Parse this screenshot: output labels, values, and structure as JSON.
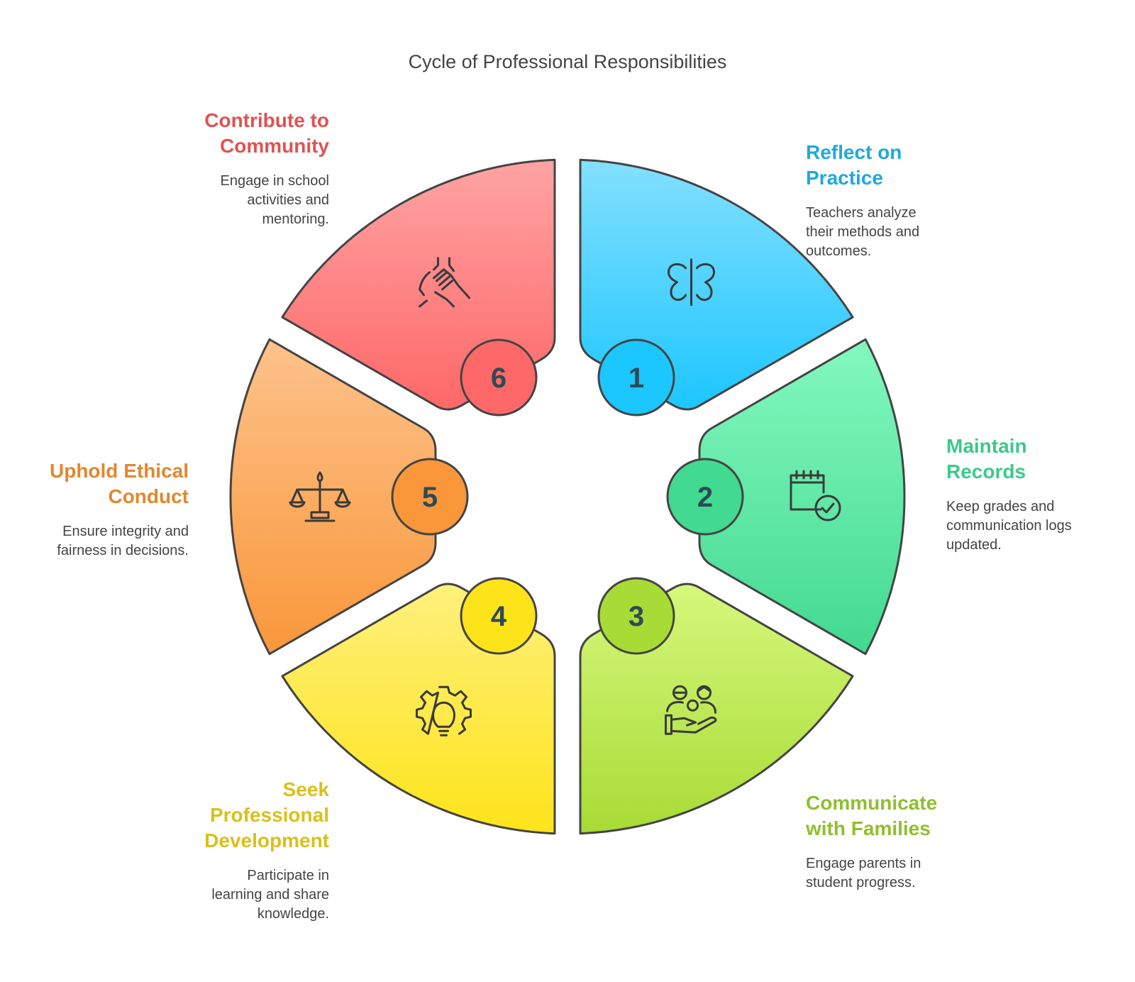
{
  "title": "Cycle of Professional Responsibilities",
  "steps": [
    {
      "number": "1",
      "title": "Reflect on Practice",
      "title_lines": [
        "Reflect on",
        "Practice"
      ],
      "description": "Teachers analyze their methods and outcomes.",
      "icon": "butterfly-reflection-icon",
      "color": "#1fa9dc",
      "grad": [
        "#84e0ff",
        "#1cc6ff"
      ]
    },
    {
      "number": "2",
      "title": "Maintain Records",
      "title_lines": [
        "Maintain",
        "Records"
      ],
      "description": "Keep grades and communication logs updated.",
      "icon": "calendar-check-icon",
      "color": "#3cc98a",
      "grad": [
        "#83f8bf",
        "#42d990"
      ]
    },
    {
      "number": "3",
      "title": "Communicate with Families",
      "title_lines": [
        "Communicate",
        "with Families"
      ],
      "description": "Engage parents in student progress.",
      "icon": "family-hand-icon",
      "color": "#8fbf2e",
      "grad": [
        "#d6f77c",
        "#a8db35"
      ]
    },
    {
      "number": "4",
      "title": "Seek Professional Development",
      "title_lines": [
        "Seek",
        "Professional",
        "Development"
      ],
      "description": "Participate in learning and share knowledge.",
      "icon": "gear-lightbulb-icon",
      "color": "#d9c01a",
      "grad": [
        "#fff07c",
        "#fde41a"
      ]
    },
    {
      "number": "5",
      "title": "Uphold Ethical Conduct",
      "title_lines": [
        "Uphold Ethical",
        "Conduct"
      ],
      "description": "Ensure integrity and fairness in decisions.",
      "icon": "scales-icon",
      "color": "#e2872f",
      "grad": [
        "#fdc28b",
        "#f9973a"
      ]
    },
    {
      "number": "6",
      "title": "Contribute to Community",
      "title_lines": [
        "Contribute to",
        "Community"
      ],
      "description": "Engage in school activities and mentoring.",
      "icon": "helping-hands-icon",
      "color": "#e05252",
      "grad": [
        "#fea3a3",
        "#fe6868"
      ]
    }
  ]
}
